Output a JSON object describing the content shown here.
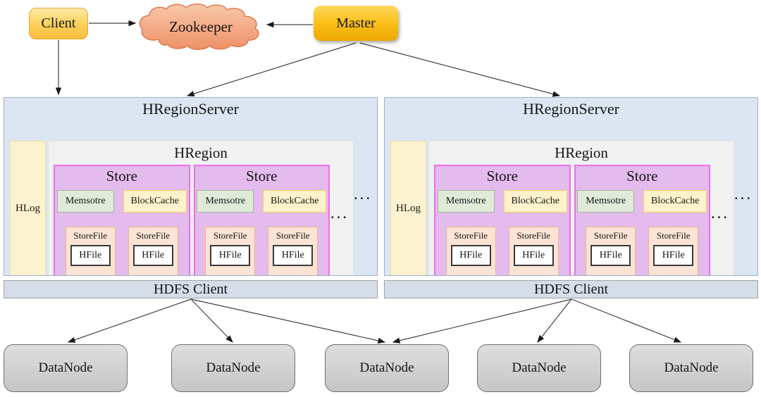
{
  "top": {
    "client": "Client",
    "zookeeper": "Zookeeper",
    "master": "Master"
  },
  "servers": [
    {
      "title": "HRegionServer",
      "hlog": "HLog",
      "ellipsis": "···",
      "hregion": {
        "title": "HRegion",
        "ellipsis": "···",
        "stores": [
          {
            "title": "Store",
            "memstore": "Memsotre",
            "blockcache": "BlockCache",
            "storefiles": [
              {
                "label": "StoreFile",
                "hfile": "HFile"
              },
              {
                "label": "StoreFile",
                "hfile": "HFile"
              }
            ]
          },
          {
            "title": "Store",
            "memstore": "Memsotre",
            "blockcache": "BlockCache",
            "storefiles": [
              {
                "label": "StoreFile",
                "hfile": "HFile"
              },
              {
                "label": "StoreFile",
                "hfile": "HFile"
              }
            ]
          }
        ]
      },
      "hdfs_client": "HDFS Client"
    },
    {
      "title": "HRegionServer",
      "hlog": "HLog",
      "ellipsis": "···",
      "hregion": {
        "title": "HRegion",
        "ellipsis": "···",
        "stores": [
          {
            "title": "Store",
            "memstore": "Memsotre",
            "blockcache": "BlockCache",
            "storefiles": [
              {
                "label": "StoreFile",
                "hfile": "HFile"
              },
              {
                "label": "StoreFile",
                "hfile": "HFile"
              }
            ]
          },
          {
            "title": "Store",
            "memstore": "Memsotre",
            "blockcache": "BlockCache",
            "storefiles": [
              {
                "label": "StoreFile",
                "hfile": "HFile"
              },
              {
                "label": "StoreFile",
                "hfile": "HFile"
              }
            ]
          }
        ]
      },
      "hdfs_client": "HDFS Client"
    }
  ],
  "datanodes": [
    "DataNode",
    "DataNode",
    "DataNode",
    "DataNode",
    "DataNode"
  ],
  "colors": {
    "client_fill": "#fcd25c",
    "master_fill": "#fdc21d",
    "zookeeper_fill": "#f3a47c",
    "zookeeper_border": "#dd7e55",
    "server_fill": "#dce6f2",
    "server_border": "#9cb0c8",
    "hlog_fill": "#fdf2cf",
    "hregion_fill": "#f1f1f1",
    "store_fill": "#e3bbec",
    "store_border": "#ee6cee",
    "memstore_fill": "#dfead8",
    "blockcache_fill": "#fdf2cb",
    "storefile_fill": "#fbe4d5",
    "storefile_border": "#f4b183",
    "hfile_fill": "#ffffff",
    "hdfs_fill": "#d5dde9",
    "datanode_fill": "#d2d2d2",
    "arrow": "#404040"
  }
}
